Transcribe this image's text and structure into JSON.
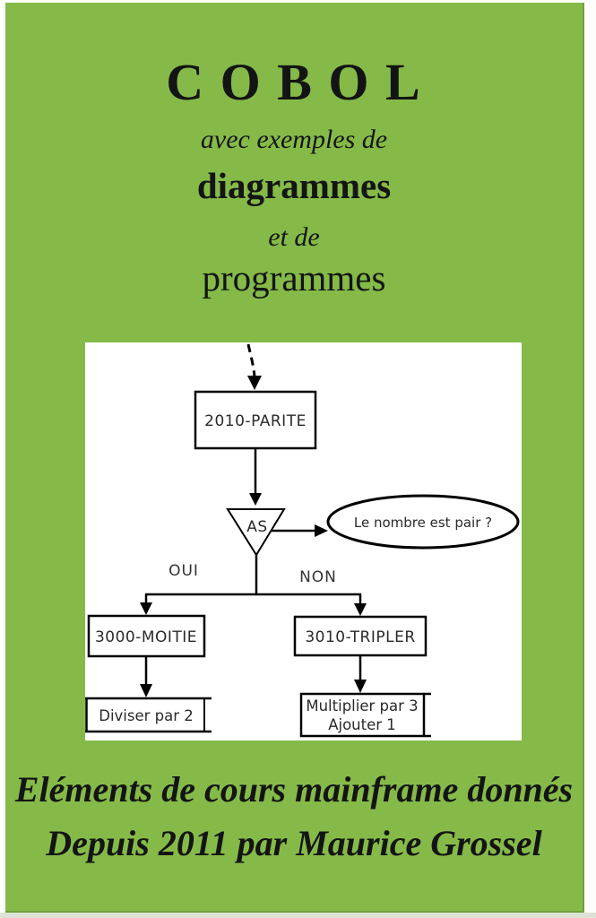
{
  "cover": {
    "title": "C O B O L",
    "subtitle_line1": "avec exemples de",
    "subtitle_line2": "diagrammes",
    "subtitle_line3": "et de",
    "subtitle_line4": "programmes",
    "footer_line1": "Eléments de cours mainframe donnés",
    "footer_line2": "Depuis 2011 par Maurice Grossel"
  },
  "flowchart": {
    "entry_node": "2010-PARITE",
    "decision_label": "AS",
    "question": "Le nombre est pair ?",
    "branch_yes": "OUI",
    "branch_no": "NON",
    "left_node": "3000-MOITIE",
    "right_node": "3010-TRIPLER",
    "left_action": "Diviser par 2",
    "right_action_line1": "Multiplier par 3",
    "right_action_line2": "Ajouter 1"
  },
  "colors": {
    "background_green": "#85ba48",
    "edge_dark_green": "#70a03b",
    "side_strip_white": "#fdfdfc",
    "bottom_strip_gray": "#dce2d5",
    "panel_white": "#ffffff",
    "flow_line_black": "#000000",
    "text_black": "#141414"
  }
}
